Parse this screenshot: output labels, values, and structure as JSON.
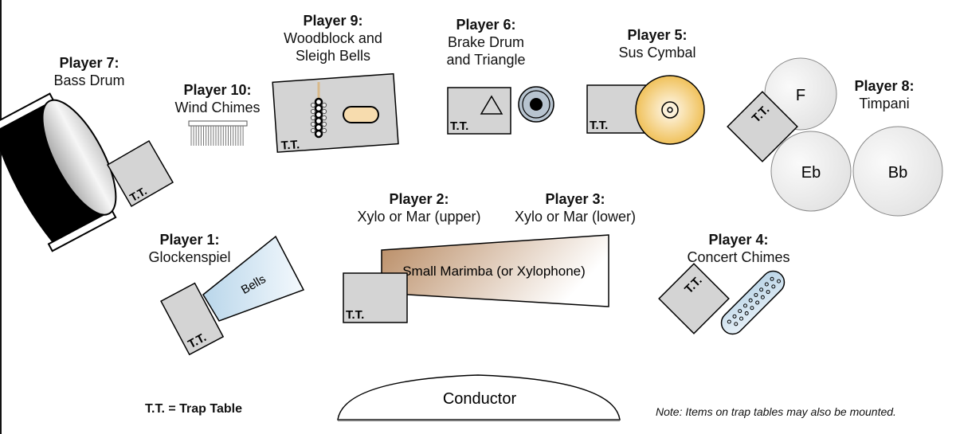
{
  "title": "Percussion Setup Diagram",
  "trap_table_abbrev": "T.T.",
  "players": [
    {
      "id": 7,
      "label": "Player 7:",
      "instrument": "Bass Drum"
    },
    {
      "id": 10,
      "label": "Player 10:",
      "instrument": "Wind Chimes"
    },
    {
      "id": 9,
      "label": "Player 9:",
      "instrument_line1": "Woodblock and",
      "instrument_line2": "Sleigh Bells"
    },
    {
      "id": 6,
      "label": "Player 6:",
      "instrument_line1": "Brake Drum",
      "instrument_line2": "and Triangle"
    },
    {
      "id": 5,
      "label": "Player 5:",
      "instrument": "Sus Cymbal"
    },
    {
      "id": 8,
      "label": "Player 8:",
      "instrument": "Timpani",
      "drums": [
        "F",
        "Eb",
        "Bb"
      ]
    },
    {
      "id": 2,
      "label": "Player 2:",
      "instrument": "Xylo or Mar (upper)"
    },
    {
      "id": 3,
      "label": "Player 3:",
      "instrument": "Xylo or Mar (lower)"
    },
    {
      "id": 1,
      "label": "Player 1:",
      "instrument": "Glockenspiel",
      "shape_label": "Bells"
    },
    {
      "id": 4,
      "label": "Player 4:",
      "instrument": "Concert Chimes"
    }
  ],
  "marimba_label": "Small Marimba (or Xylophone)",
  "conductor_label": "Conductor",
  "legend": "T.T. = Trap Table",
  "note": "Note: Items on trap tables may also be mounted.",
  "colors": {
    "trap_table": "#d4d4d4",
    "cymbal": "#f2c662",
    "woodblock": "#f7dcae",
    "bells": "#c8deec",
    "marimba": "#c49a74",
    "timpani": "#ececec",
    "brake_drum": "#b7c3cf"
  }
}
